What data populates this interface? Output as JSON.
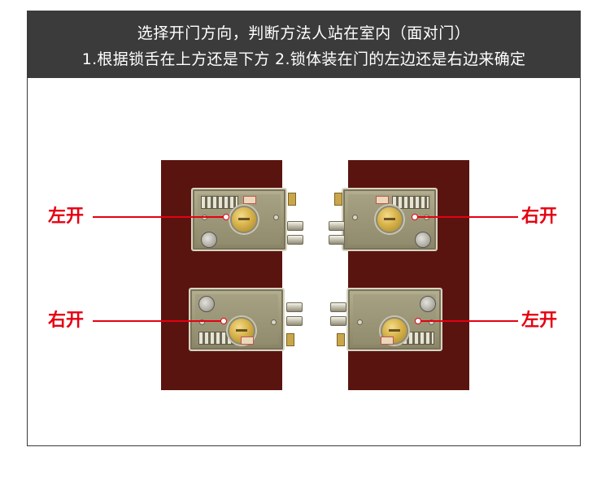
{
  "header": {
    "line1": "选择开门方向，判断方法人站在室内（面对门）",
    "line2": "1.根据锁舌在上方还是下方 2.锁体装在门的左边还是右边来确定"
  },
  "callouts": {
    "top_left": "左开",
    "top_right": "右开",
    "bottom_left": "右开",
    "bottom_right": "左开"
  },
  "colors": {
    "header_bg": "#3b3b3b",
    "door": "#5a1410",
    "callout": "#e60012"
  }
}
